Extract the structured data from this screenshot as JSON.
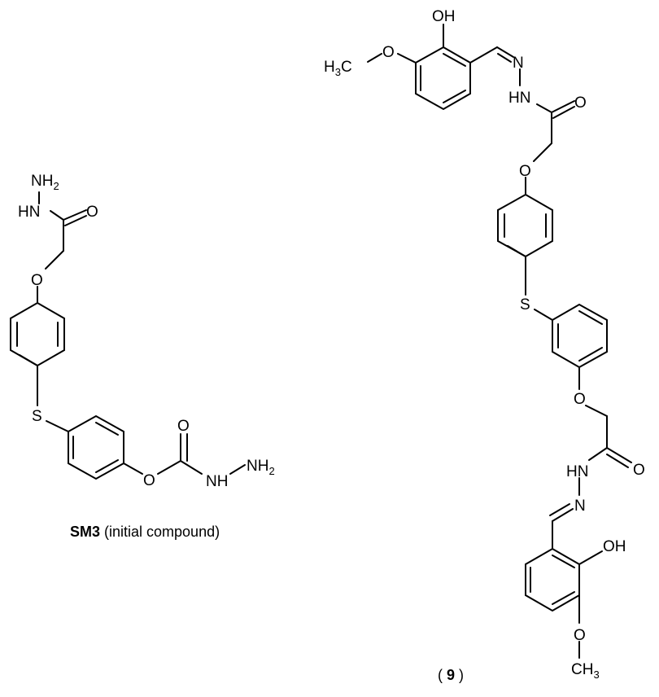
{
  "figure": {
    "caption_sm3": {
      "bold": "SM3",
      "rest": " (initial compound)"
    },
    "caption_9": {
      "open": "( ",
      "bold": "9",
      "close": " )"
    }
  },
  "atoms": {
    "nh2_top": "NH",
    "nh2_top_sub": "2",
    "hn_left": "HN",
    "o_carbonyl_left": "O",
    "o_ether_left": "O",
    "s_left": "S",
    "o_carbamate_left": "O",
    "o_carbamate_dbl": "O",
    "nh_carbamate": "NH",
    "nh2_carbamate": "NH",
    "nh2_carbamate_sub": "2",
    "oh_top": "OH",
    "h3c": "H",
    "h3c_sub": "3",
    "h3c_c": "C",
    "o_methoxy_top": "O",
    "n_top": "N",
    "hn_top": "HN",
    "o_carbonyl_top": "O",
    "o_ether_top": "O",
    "s_right": "S",
    "o_ether_bottom": "O",
    "hn_bottom": "HN",
    "o_carbonyl_bottom": "O",
    "n_bottom": "N",
    "oh_bottom": "OH",
    "o_methoxy_bottom": "O",
    "ch3": "CH",
    "ch3_sub": "3"
  }
}
